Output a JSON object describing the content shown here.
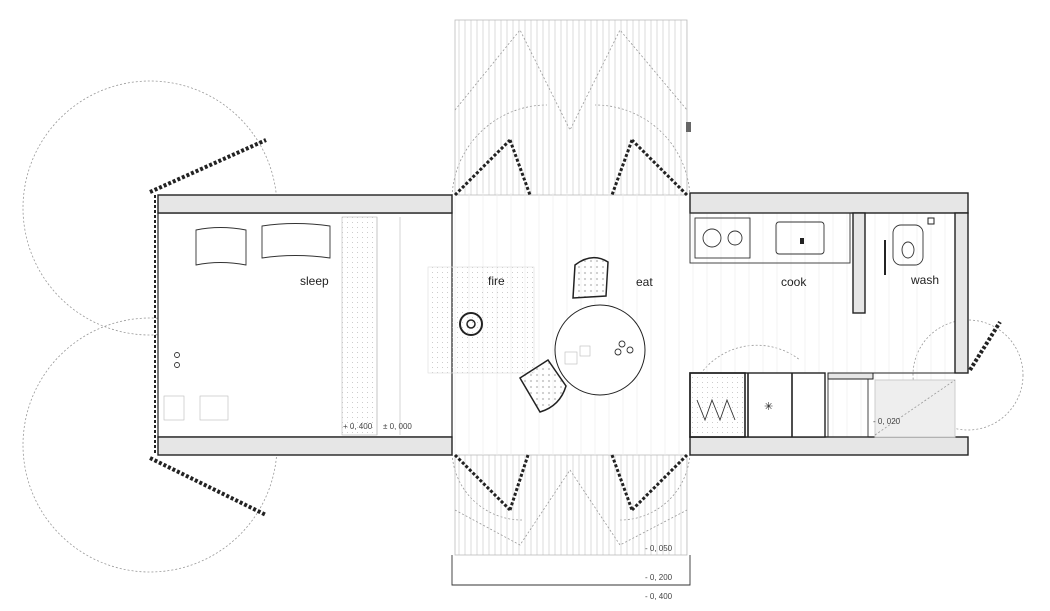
{
  "rooms": {
    "sleep": "sleep",
    "fire": "fire",
    "eat": "eat",
    "cook": "cook",
    "wash": "wash"
  },
  "levels": {
    "sleep_platform": "+ 0, 400",
    "main_floor": "± 0, 000",
    "shower": "- 0, 020",
    "deck": "- 0, 050",
    "step": "- 0, 200",
    "ground": "- 0, 400"
  },
  "colors": {
    "wall_fill": "#e6e6e6",
    "line": "#222222",
    "dotted": "#999999"
  }
}
